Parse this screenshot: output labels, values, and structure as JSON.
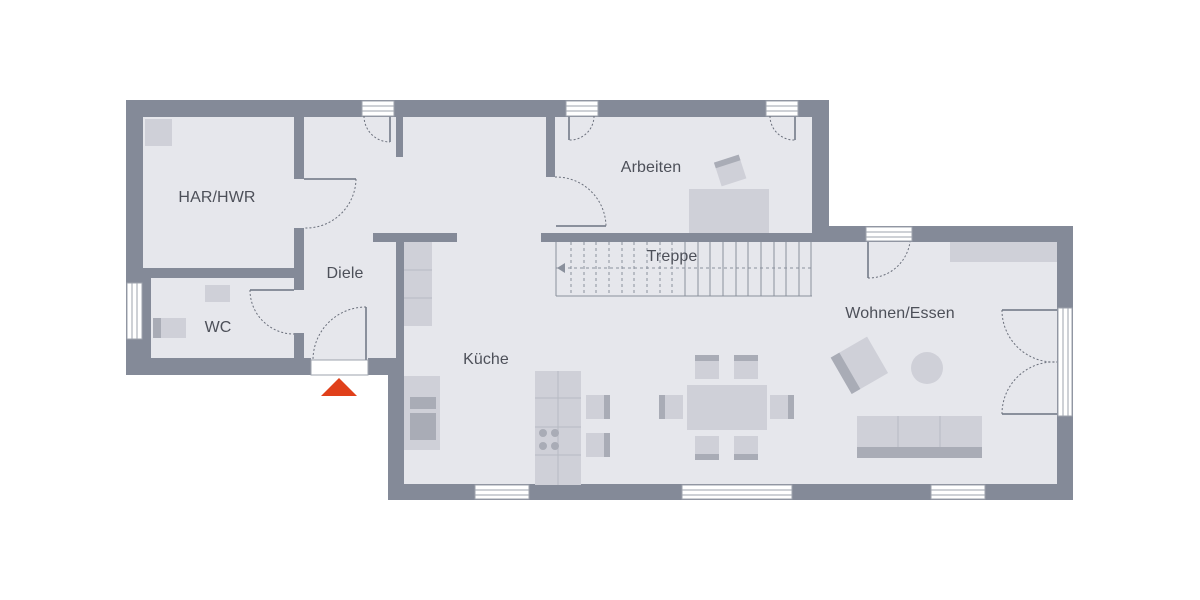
{
  "plan": {
    "type": "floor-plan",
    "level": "ground-floor",
    "colors": {
      "wall": "#848a98",
      "floor": "#e6e7ec",
      "furniture": "#cfd0d8",
      "label": "#4d5059",
      "entrance_marker": "#e0401a"
    },
    "rooms": [
      {
        "id": "har-hwr",
        "label": "HAR/HWR"
      },
      {
        "id": "wc",
        "label": "WC"
      },
      {
        "id": "diele",
        "label": "Diele"
      },
      {
        "id": "arbeiten",
        "label": "Arbeiten"
      },
      {
        "id": "treppe",
        "label": "Treppe"
      },
      {
        "id": "kueche",
        "label": "Küche"
      },
      {
        "id": "wohnen-essen",
        "label": "Wohnen/Essen"
      }
    ],
    "entrance_marker": "triangle-up"
  }
}
